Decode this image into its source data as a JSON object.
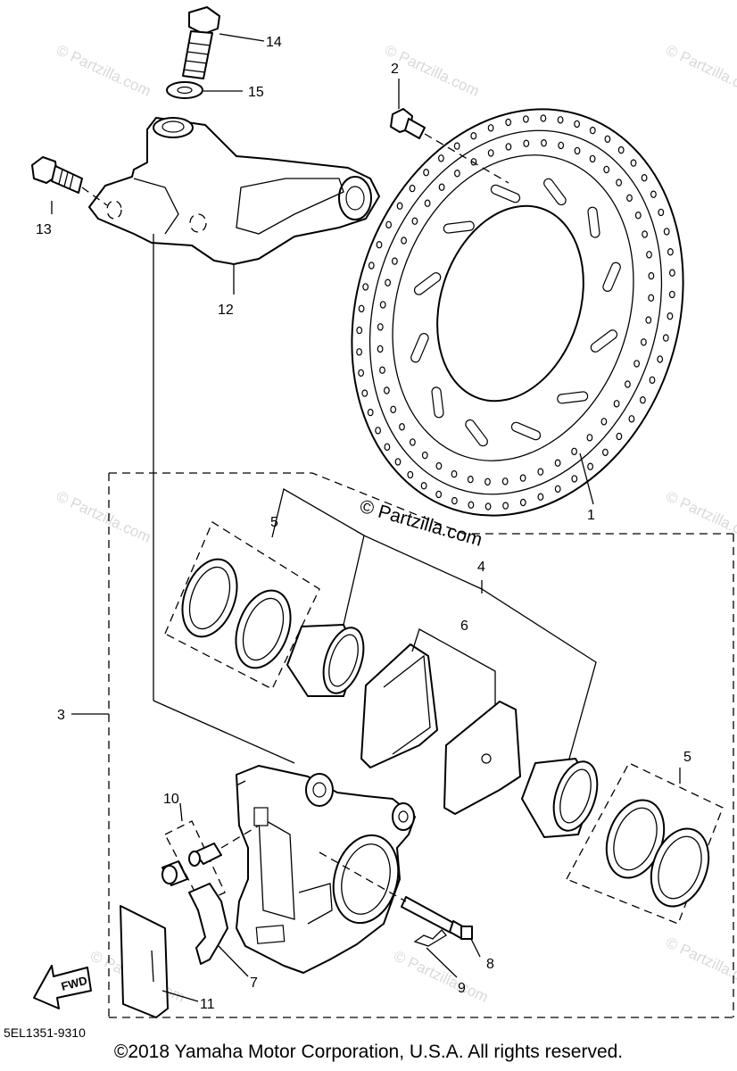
{
  "watermark": {
    "center": "© Partzilla.com",
    "repeat": "© Partzilla.com"
  },
  "callouts": [
    "1",
    "2",
    "3",
    "4",
    "5",
    "5",
    "6",
    "7",
    "8",
    "9",
    "10",
    "11",
    "12",
    "13",
    "14",
    "15"
  ],
  "fwd_label": "FWD",
  "diagram_code": "5EL1351-9310",
  "copyright": "©2018  Yamaha Motor Corporation, U.S.A. All rights reserved."
}
